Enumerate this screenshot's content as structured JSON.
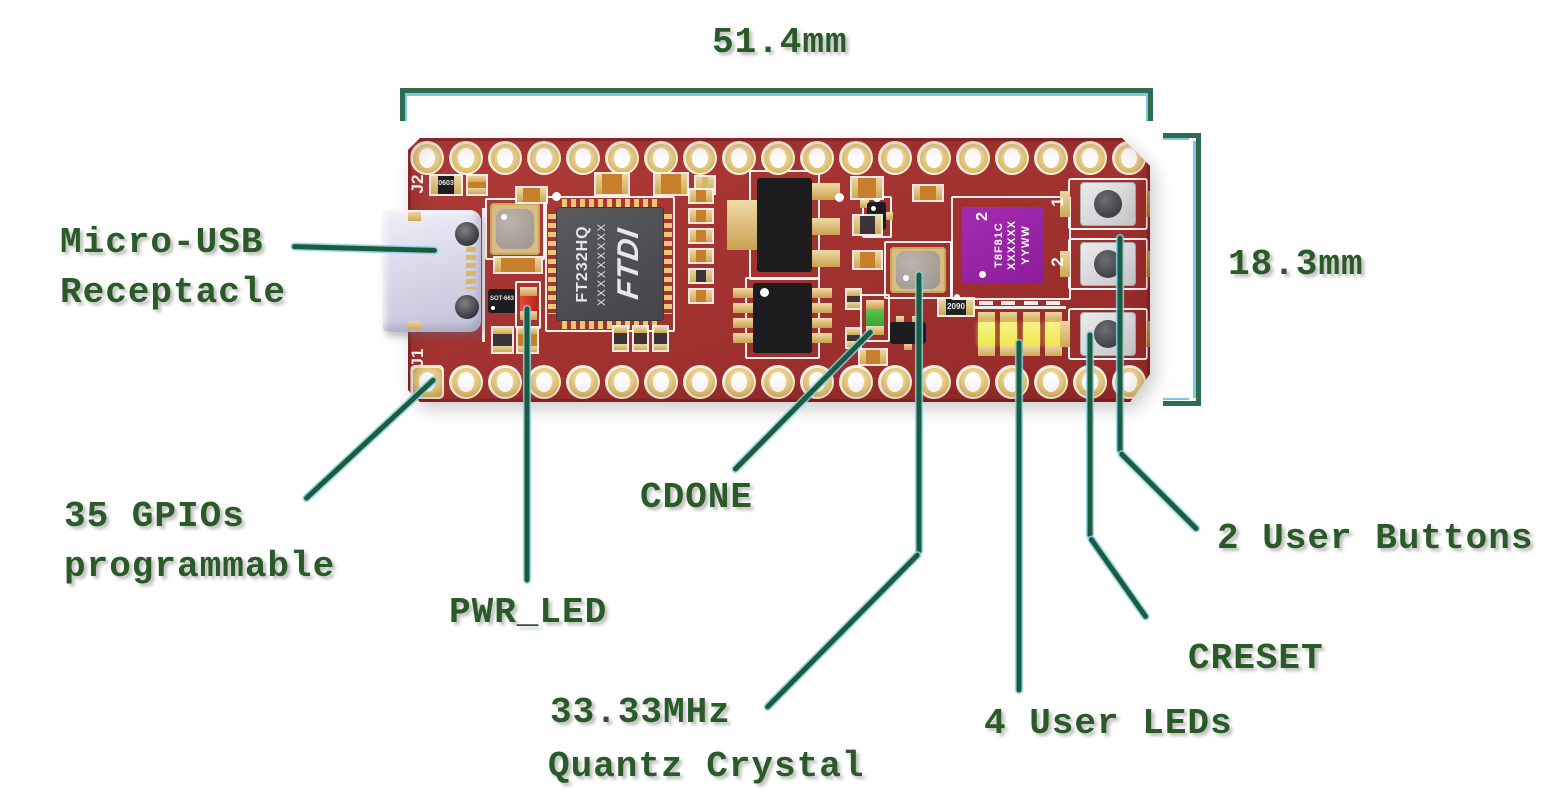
{
  "dimensions": {
    "width": "51.4mm",
    "height": "18.3mm"
  },
  "labels": {
    "usb_1": "Micro-USB",
    "usb_2": "Receptacle",
    "gpio_1": "35 GPIOs",
    "gpio_2": "programmable",
    "pwr_led": "PWR_LED",
    "cdone": "CDONE",
    "crystal_1": "33.33MHz",
    "crystal_2": "Quantz Crystal",
    "user_leds": "4 User LEDs",
    "creset": "CRESET",
    "user_buttons": "2 User Buttons"
  },
  "board": {
    "connector_j1": "J1",
    "connector_j2": "J2",
    "ftdi_chip": {
      "part": "FT232HQ",
      "serial": "XXXXXXXXX",
      "brand": "FTDI"
    },
    "fpga_chip": {
      "pin_marker": "2",
      "line1": "T8F81C",
      "line2": "XXXXXX",
      "line3": "YYWW"
    },
    "small_parts": {
      "sot": "SOT-663",
      "cap0603": "0603",
      "res2090": "2090"
    },
    "button_labels": [
      "1",
      "2"
    ],
    "pin_holes_per_row": 19,
    "user_led_count": 4,
    "button_count": 3
  },
  "colors": {
    "board_red": "#A33330",
    "pad_gold": "#DDBA66",
    "fpga_purple": "#951FA4",
    "chip_gray": "#4E4D52",
    "label_green": "#2A5A28",
    "leader_green": "#1D5C3A",
    "leader_halo": "#87D0EE",
    "led_yellow": "#EFE84E",
    "led_green": "#43B13F",
    "led_red": "#D8332A",
    "usb_lavender": "#D8D7E8"
  }
}
